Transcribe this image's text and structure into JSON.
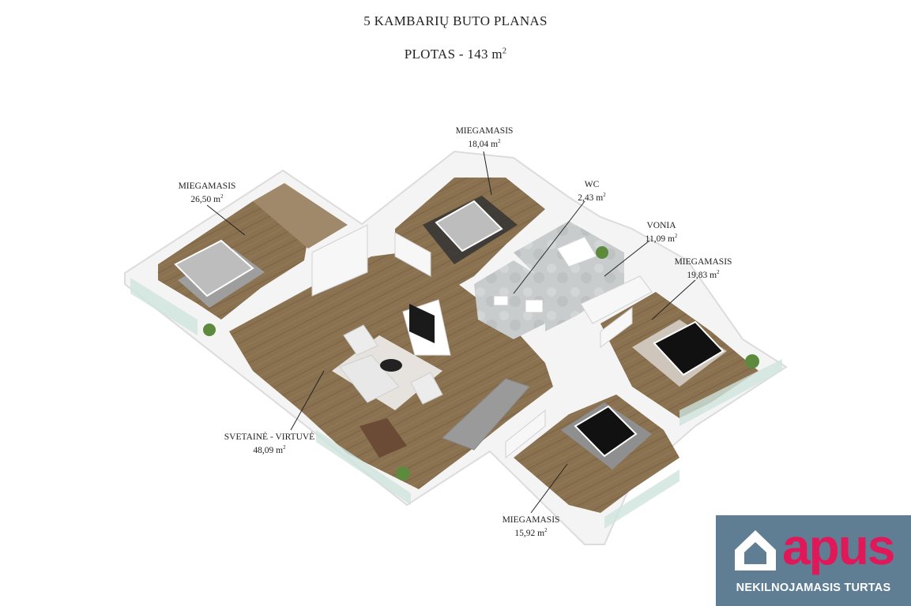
{
  "header": {
    "title": "5 KAMBARIŲ BUTO PLANAS",
    "area_prefix": "PLOTAS - 143 m",
    "area_sup": "2"
  },
  "rooms": [
    {
      "name": "MIEGAMASIS",
      "area": "26,50 m",
      "sup": "2"
    },
    {
      "name": "MIEGAMASIS",
      "area": "18,04 m",
      "sup": "2"
    },
    {
      "name": "WC",
      "area": "2,43 m",
      "sup": "2"
    },
    {
      "name": "VONIA",
      "area": "11,09 m",
      "sup": "2"
    },
    {
      "name": "MIEGAMASIS",
      "area": "19,83 m",
      "sup": "2"
    },
    {
      "name": "SVETAINĖ - VIRTUVĖ",
      "area": "48,09 m",
      "sup": "2"
    },
    {
      "name": "MIEGAMASIS",
      "area": "15,92 m",
      "sup": "2"
    }
  ],
  "logo": {
    "word": "apus",
    "subtitle": "NEKILNOJAMASIS TURTAS",
    "bg_color": "#5f7e94",
    "word_color": "#e0185a"
  },
  "colors": {
    "floor_wood": "#8a7150",
    "floor_tile": "#c8cbcc",
    "wall": "#ffffff"
  }
}
